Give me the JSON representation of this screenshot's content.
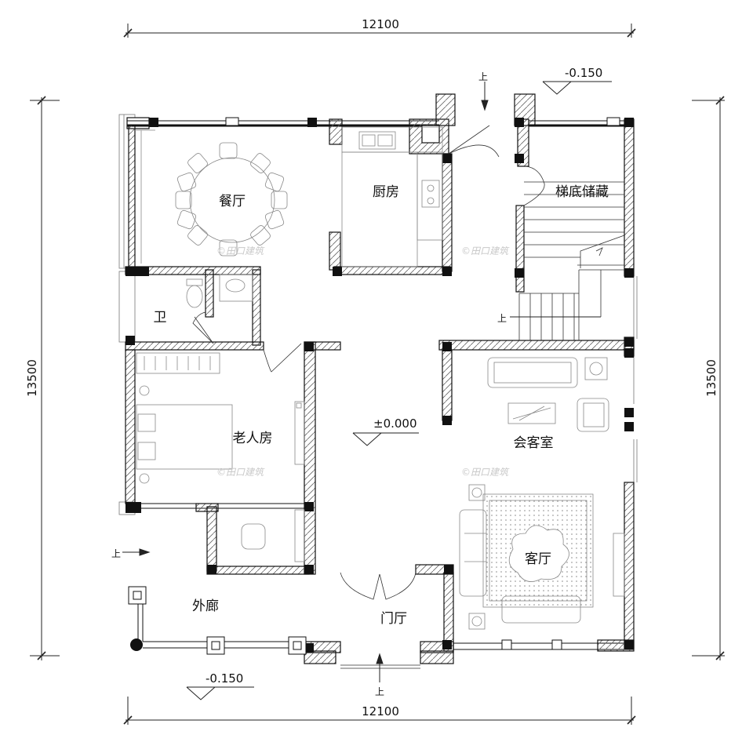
{
  "dimensions": {
    "top": "12100",
    "bottom": "12100",
    "left": "13500",
    "right": "13500"
  },
  "levels": {
    "main": "±0.000",
    "entry_top": "-0.150",
    "entry_bottom": "-0.150"
  },
  "rooms": {
    "dining": "餐厅",
    "kitchen": "厨房",
    "stair_storage": "梯底储藏",
    "bathroom": "卫",
    "elder_room": "老人房",
    "reception": "会客室",
    "living": "客厅",
    "foyer": "门厅",
    "veranda": "外廊"
  },
  "up_marks": [
    "上",
    "上",
    "上",
    "上"
  ],
  "watermark": "©田口建筑",
  "colors": {
    "wall": "#111111",
    "column": "#111111",
    "furniture": "#9a9a9a",
    "dim_line": "#222222",
    "watermark": "#c9c9c9"
  }
}
